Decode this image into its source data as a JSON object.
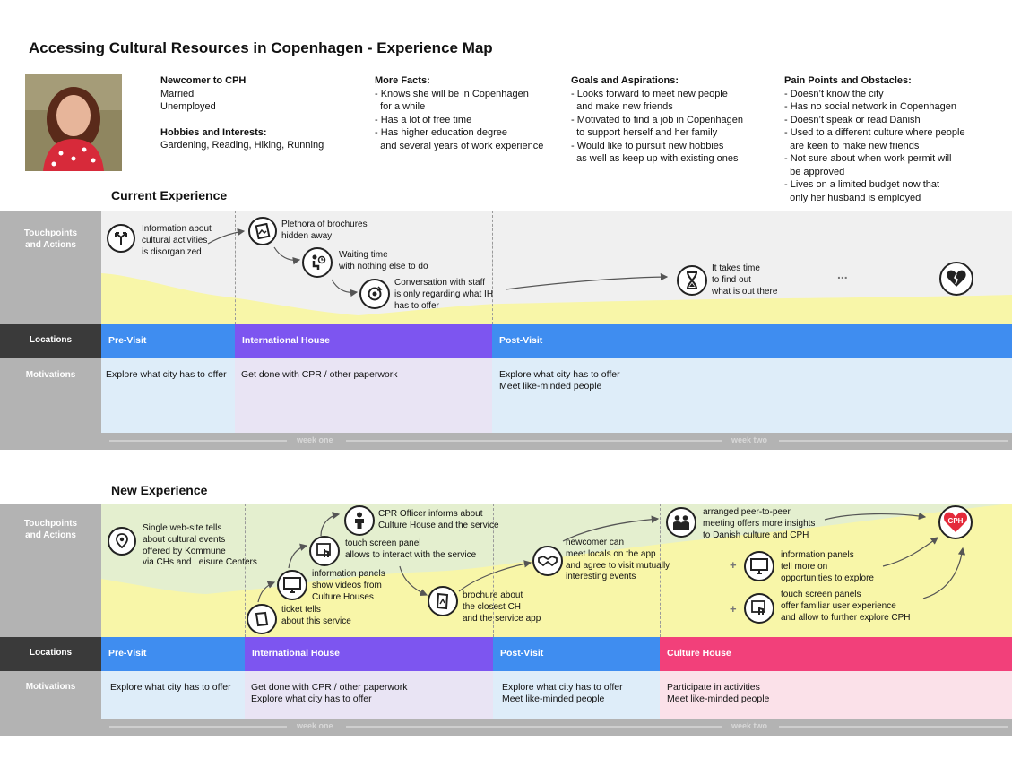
{
  "title": "Accessing Cultural Resources in Copenhagen  - Experience Map",
  "persona": {
    "col1": {
      "heading": "Newcomer to CPH",
      "lines": [
        "Married",
        "Unemployed"
      ],
      "heading2": "Hobbies and Interests:",
      "lines2": [
        "Gardening, Reading, Hiking, Running"
      ]
    },
    "col2": {
      "heading": "More Facts:",
      "lines": [
        "- Knows she will be in Copenhagen",
        "  for a while",
        "- Has a lot of free time",
        "- Has higher education degree",
        "  and several years of work experience"
      ]
    },
    "col3": {
      "heading": "Goals and Aspirations:",
      "lines": [
        "- Looks forward to meet new people",
        "  and make new friends",
        "- Motivated to find a job in Copenhagen",
        "  to support herself and her family",
        "- Would like to pursuit new hobbies",
        "  as well as keep up with existing ones"
      ]
    },
    "col4": {
      "heading": "Pain Points and Obstacles:",
      "lines": [
        "- Doesn’t know the city",
        "- Has no social network in Copenhagen",
        "- Doesn’t speak or read Danish",
        "- Used to a different culture where people",
        "  are keen to make new friends",
        "- Not sure about when work permit will",
        "  be approved",
        "- Lives on a limited budget now that",
        "  only her husband is employed"
      ]
    }
  },
  "row_labels": {
    "touchpoints": [
      "Touchpoints",
      "and Actions"
    ],
    "locations": "Locations",
    "motivations": "Motivations"
  },
  "current": {
    "heading": "Current Experience",
    "notes": {
      "info": [
        "Information about",
        "cultural activities",
        "is disorganized"
      ],
      "brochures": [
        "Plethora of brochures",
        "hidden away"
      ],
      "waiting": [
        "Waiting time",
        "with nothing else to do"
      ],
      "conversation": [
        "Conversation with staff",
        "is only regarding what IH",
        "has to offer"
      ],
      "time": [
        "It takes time",
        "to find out",
        "what is out there"
      ],
      "ellipsis": "..."
    },
    "locations": [
      "Pre-Visit",
      "International House",
      "Post-Visit"
    ],
    "motivations": [
      [
        "Explore what city has to offer"
      ],
      [
        "Get done with CPR / other paperwork"
      ],
      [
        "Explore what city has to offer",
        "Meet like-minded people"
      ]
    ],
    "weeks": [
      "week one",
      "week two"
    ]
  },
  "new": {
    "heading": "New Experience",
    "notes": {
      "website": [
        "Single web-site tells",
        "about cultural events",
        "offered by Kommune",
        "via CHs and Leisure Centers"
      ],
      "ticket": [
        "ticket tells",
        "about this service"
      ],
      "panels": [
        "information panels",
        "show videos from",
        "Culture Houses"
      ],
      "touch": [
        "touch screen panel",
        "allows to interact with the service"
      ],
      "officer": [
        "CPR Officer informs about",
        "Culture House and the service"
      ],
      "brochure": [
        "brochure about",
        "the closest CH",
        "and the service app"
      ],
      "app": [
        "newcomer can",
        "meet locals on the app",
        "and agree to visit mutually",
        "interesting events"
      ],
      "peer": [
        "arranged peer-to-peer",
        "meeting offers more insights",
        "to Danish culture and CPH"
      ],
      "ch_panels": [
        "information panels",
        "tell more on",
        "opportunities to explore"
      ],
      "ch_touch": [
        "touch screen panels",
        "offer familiar user experience",
        "and allow to further explore CPH"
      ],
      "cph": "CPH",
      "plus": "+"
    },
    "locations": [
      "Pre-Visit",
      "International House",
      "Post-Visit",
      "Culture House"
    ],
    "motivations": [
      [
        "Explore what city has to offer"
      ],
      [
        "Get done with CPR / other paperwork",
        "Explore what city has to offer"
      ],
      [
        "Explore what city has to offer",
        "Meet like-minded people"
      ],
      [
        "Participate in activities",
        "Meet like-minded people"
      ]
    ],
    "weeks": [
      "week one",
      "week two"
    ]
  },
  "colors": {
    "pre_visit": "#3f8df0",
    "international_house": "#7d55f0",
    "post_visit": "#3f8df0",
    "culture_house": "#f2407a",
    "curve": "#f8f6a8",
    "row_label": "#b3b3b3",
    "locations_label": "#3a3a3a"
  }
}
